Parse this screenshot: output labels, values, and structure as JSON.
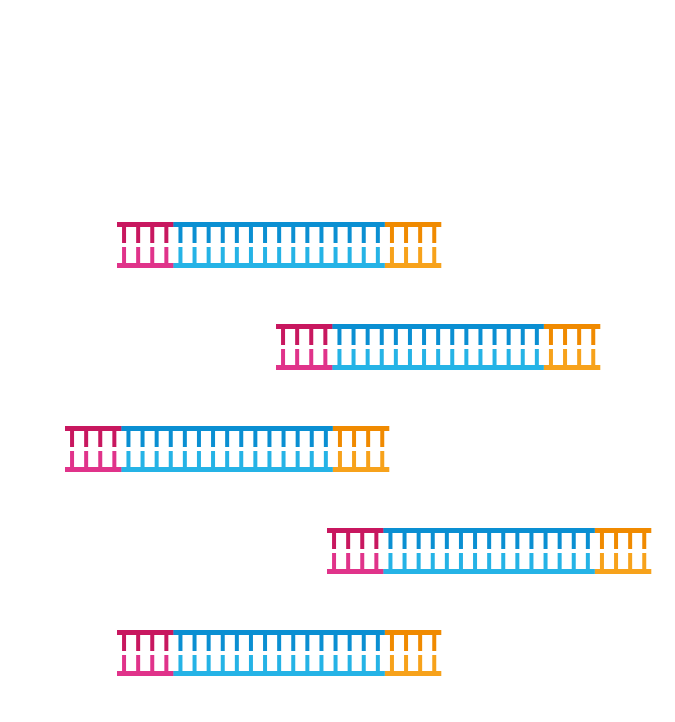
{
  "diagram": {
    "type": "dna-ladder-fragments",
    "colors": {
      "left_adapter_top": "#c8175f",
      "left_adapter_bottom": "#e0338a",
      "insert_top": "#0a8fd2",
      "insert_bottom": "#25b3e6",
      "right_adapter_top": "#f08a00",
      "right_adapter_bottom": "#f7a21b"
    },
    "segments": [
      {
        "name": "left-adapter",
        "rungs": 4
      },
      {
        "name": "insert",
        "rungs": 15
      },
      {
        "name": "right-adapter",
        "rungs": 4
      }
    ],
    "fragments": [
      {
        "name": "fragment-1"
      },
      {
        "name": "fragment-2"
      },
      {
        "name": "fragment-3"
      },
      {
        "name": "fragment-4"
      },
      {
        "name": "fragment-5"
      }
    ]
  }
}
